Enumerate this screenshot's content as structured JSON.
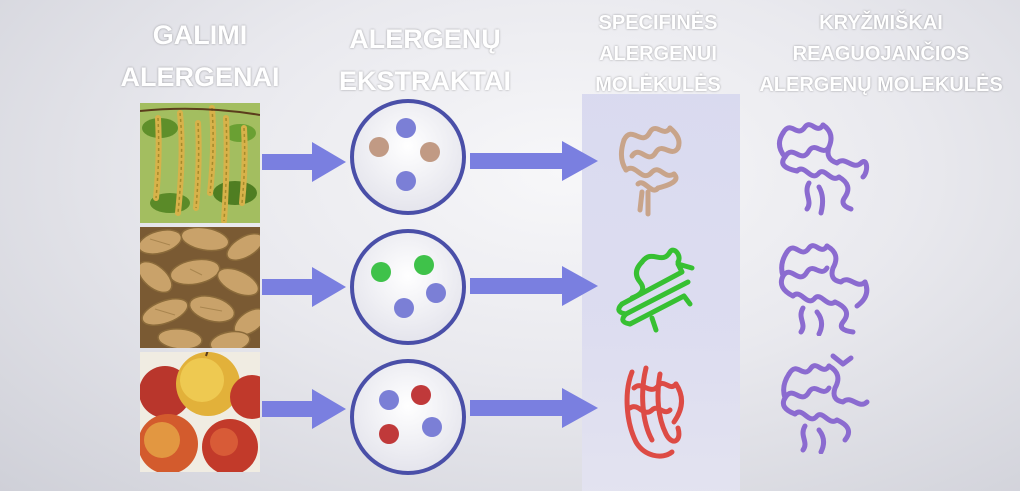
{
  "headers": {
    "sources": {
      "line1": "GALIMI",
      "line2": "ALERGENAI"
    },
    "extracts": {
      "line1": "ALERGENŲ",
      "line2": "EKSTRAKTAI"
    },
    "specific": {
      "line1": "SPECIFINĖS",
      "line2": "ALERGENUI",
      "line3": "MOLĖKULĖS"
    },
    "cross": {
      "line1": "KRYŽMIŠKAI",
      "line2": "REAGUOJANČIOS",
      "line3": "ALERGENŲ MOLEKULĖS"
    }
  },
  "rows": [
    {
      "source": "birch-catkins-photo",
      "dots": [
        "#7b7fd6",
        "#c19a84",
        "#c19a84",
        "#7b7fd6"
      ],
      "specific_color": "#c8a48a",
      "cross_color": "#8b6bd0"
    },
    {
      "source": "peanuts-photo",
      "dots": [
        "#3fc24a",
        "#3fc24a",
        "#7b7fd6",
        "#7b7fd6"
      ],
      "specific_color": "#37c032",
      "cross_color": "#8b6bd0"
    },
    {
      "source": "apples-photo",
      "dots": [
        "#7b7fd6",
        "#c0393a",
        "#c0393a",
        "#7b7fd6"
      ],
      "specific_color": "#dd4b45",
      "cross_color": "#8b6bd0"
    }
  ],
  "colors": {
    "arrow": "#7a7fe0",
    "dish_ring": "#4a4fa8",
    "band": "#d8d9ef",
    "header_text": "#ffffff"
  }
}
